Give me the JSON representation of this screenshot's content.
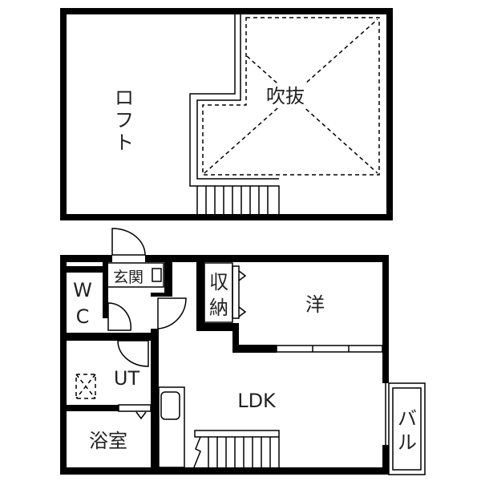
{
  "upper_floor": {
    "loft_label": [
      "ロ",
      "フ",
      "ト"
    ],
    "void_label": "吹抜"
  },
  "lower_floor": {
    "entrance_label": "玄関",
    "wc_label": [
      "W",
      "C"
    ],
    "storage_label": [
      "収",
      "納"
    ],
    "western_room_label": "洋",
    "utility_label": "UT",
    "ldk_label": "LDK",
    "bath_label": "浴室",
    "balcony_label": [
      "バ",
      "ル"
    ]
  }
}
